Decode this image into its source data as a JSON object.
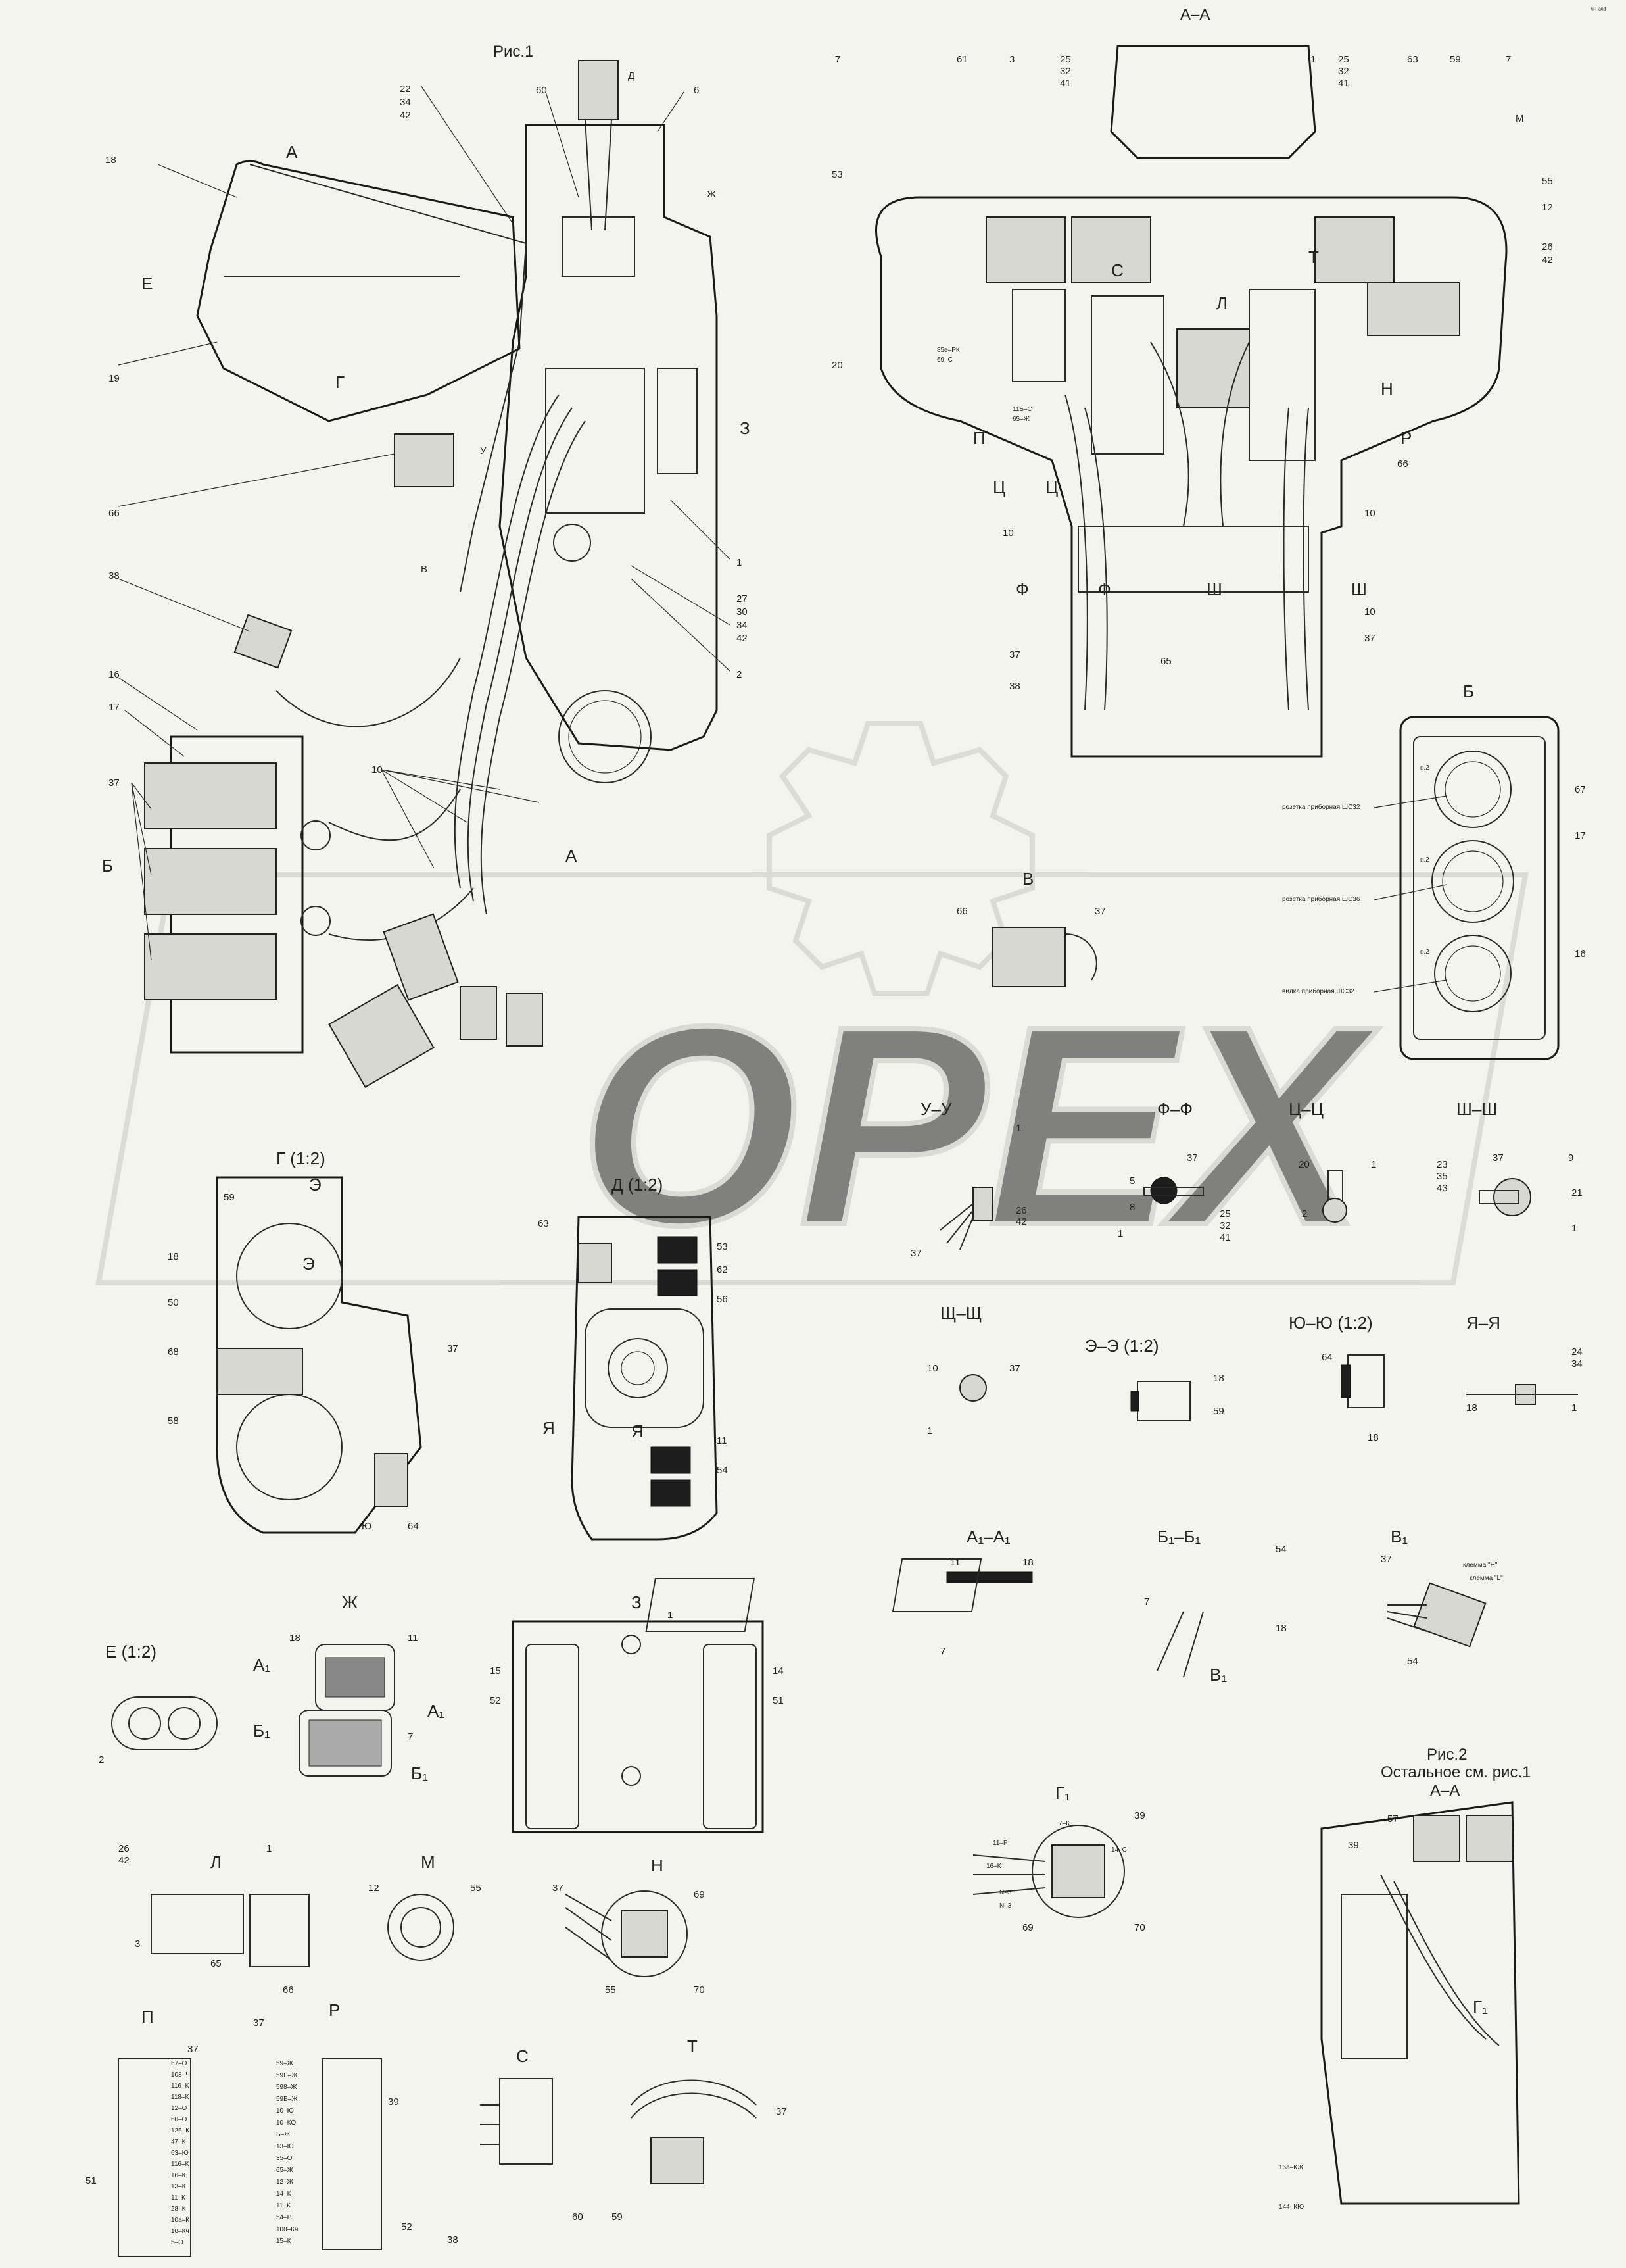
{
  "figure1": {
    "title": "Рис.1",
    "section_title": "А–А",
    "view_b_title": "Б",
    "view_b_labels": [
      "розетка приборная ШС32",
      "розетка приборная ШС36",
      "вилка приборная ШС32"
    ],
    "view_b_pin": "п.2"
  },
  "figure2": {
    "title": "Рис.2",
    "subtitle": "Остальное см. рис.1",
    "section": "А–А"
  },
  "sections": {
    "v": "В",
    "uu": "У–У",
    "ff": "Ф–Ф",
    "tsts": "Ц–Ц",
    "shsh": "Ш–Ш",
    "shchshch": "Щ–Щ",
    "ee": "Э–Э (1:2)",
    "yuyu": "Ю–Ю (1:2)",
    "yaya": "Я–Я",
    "g": "Г (1:2)",
    "d": "Д (1:2)",
    "a1a1": "А₁–А₁",
    "b1b1": "Б₁–Б₁",
    "v1": "В₁",
    "e": "Е (1:2)",
    "zh": "Ж",
    "z": "З",
    "l": "Л",
    "m": "М",
    "n": "Н",
    "g1": "Г₁",
    "p": "П",
    "r": "Р",
    "s": "С",
    "t": "Т"
  },
  "view_v1_labels": [
    "клемма \"Н\"",
    "клемма \"L\""
  ],
  "wire_codes_p": [
    "67–О",
    "108–Ч",
    "116–К",
    "118–К",
    "12–О",
    "60–О",
    "126–К",
    "47–К",
    "63–Ю",
    "116–К",
    "16–К",
    "13–К",
    "11–К",
    "28–К",
    "10а–К",
    "18–Кч",
    "5–О"
  ],
  "wire_codes_r": [
    "59–Ж",
    "59Б–Ж",
    "598–Ж",
    "59В–Ж",
    "10–Ю",
    "10–КО",
    "Б–Ж",
    "13–Ю",
    "35–О",
    "65–Ж",
    "12–Ж",
    "14–К",
    "11–К",
    "54–Р",
    "108–Кч",
    "15–К"
  ],
  "wire_codes_g1": [
    "7–К",
    "11–Р",
    "16–К",
    "14–С",
    "N–3",
    "N–3"
  ],
  "wire_codes_aa": [
    "85е–РК",
    "69–С",
    "11Б–С",
    "65–Ж"
  ],
  "wire_codes_fig2": [
    "16а–КЖ",
    "144–КЮ"
  ],
  "callouts": {
    "main": [
      "22",
      "34",
      "42",
      "60",
      "6",
      "18",
      "1",
      "Ж",
      "53",
      "7",
      "19",
      "66",
      "38",
      "16",
      "17",
      "37",
      "10",
      "2",
      "27",
      "30",
      "34",
      "42",
      "Е",
      "У",
      "В",
      "Г",
      "Д",
      "З",
      "Б",
      "А",
      "1",
      "У"
    ],
    "aa": [
      "7",
      "61",
      "3",
      "25",
      "32",
      "41",
      "1",
      "25",
      "32",
      "41",
      "63",
      "59",
      "7",
      "М",
      "53",
      "55",
      "12",
      "26",
      "42",
      "20",
      "П",
      "Ц",
      "Ц",
      "Р",
      "66",
      "Н",
      "10",
      "10",
      "Ф",
      "Ф",
      "Ш",
      "Ш",
      "10",
      "37",
      "37",
      "38",
      "65",
      "Т",
      "Л",
      "С"
    ],
    "b": [
      "67",
      "17",
      "16"
    ],
    "v": [
      "66",
      "37"
    ],
    "uu": [
      "1",
      "26",
      "42",
      "37"
    ],
    "ff": [
      "5",
      "37",
      "8",
      "1",
      "25",
      "32",
      "41"
    ],
    "tsts": [
      "20",
      "1",
      "2"
    ],
    "shsh": [
      "23",
      "35",
      "43",
      "37",
      "9",
      "21",
      "1"
    ],
    "shchshch": [
      "10",
      "37",
      "1"
    ],
    "ee": [
      "18",
      "59"
    ],
    "yuyu": [
      "64",
      "18"
    ],
    "yaya": [
      "24",
      "34",
      "18",
      "1"
    ],
    "g": [
      "59",
      "Э",
      "18",
      "50",
      "68",
      "58",
      "37",
      "Э",
      "Ю",
      "64"
    ],
    "d": [
      "63",
      "53",
      "62",
      "56",
      "11",
      "54",
      "Я",
      "Я"
    ],
    "a1a1": [
      "11",
      "18",
      "7"
    ],
    "b1b1": [
      "54",
      "7",
      "18",
      "В₁"
    ],
    "v1": [
      "37",
      "54"
    ],
    "e": [
      "2"
    ],
    "zh": [
      "18",
      "11",
      "А₁",
      "Б₁",
      "7",
      "А₁",
      "Б₁"
    ],
    "z": [
      "1",
      "15",
      "52",
      "14",
      "51"
    ],
    "l": [
      "26",
      "42",
      "1",
      "3",
      "65",
      "66"
    ],
    "m": [
      "12",
      "55"
    ],
    "n": [
      "37",
      "69",
      "55",
      "70"
    ],
    "g1": [
      "39",
      "69",
      "70"
    ],
    "fig2": [
      "57",
      "39",
      "Г₁"
    ],
    "p": [
      "37",
      "51"
    ],
    "r": [
      "37",
      "39",
      "52"
    ],
    "s": [
      "38",
      "60"
    ],
    "t": [
      "37",
      "59"
    ]
  },
  "watermark": "OPEX",
  "corner_note": "ᵘᴿ ᵃᵘᵈ"
}
